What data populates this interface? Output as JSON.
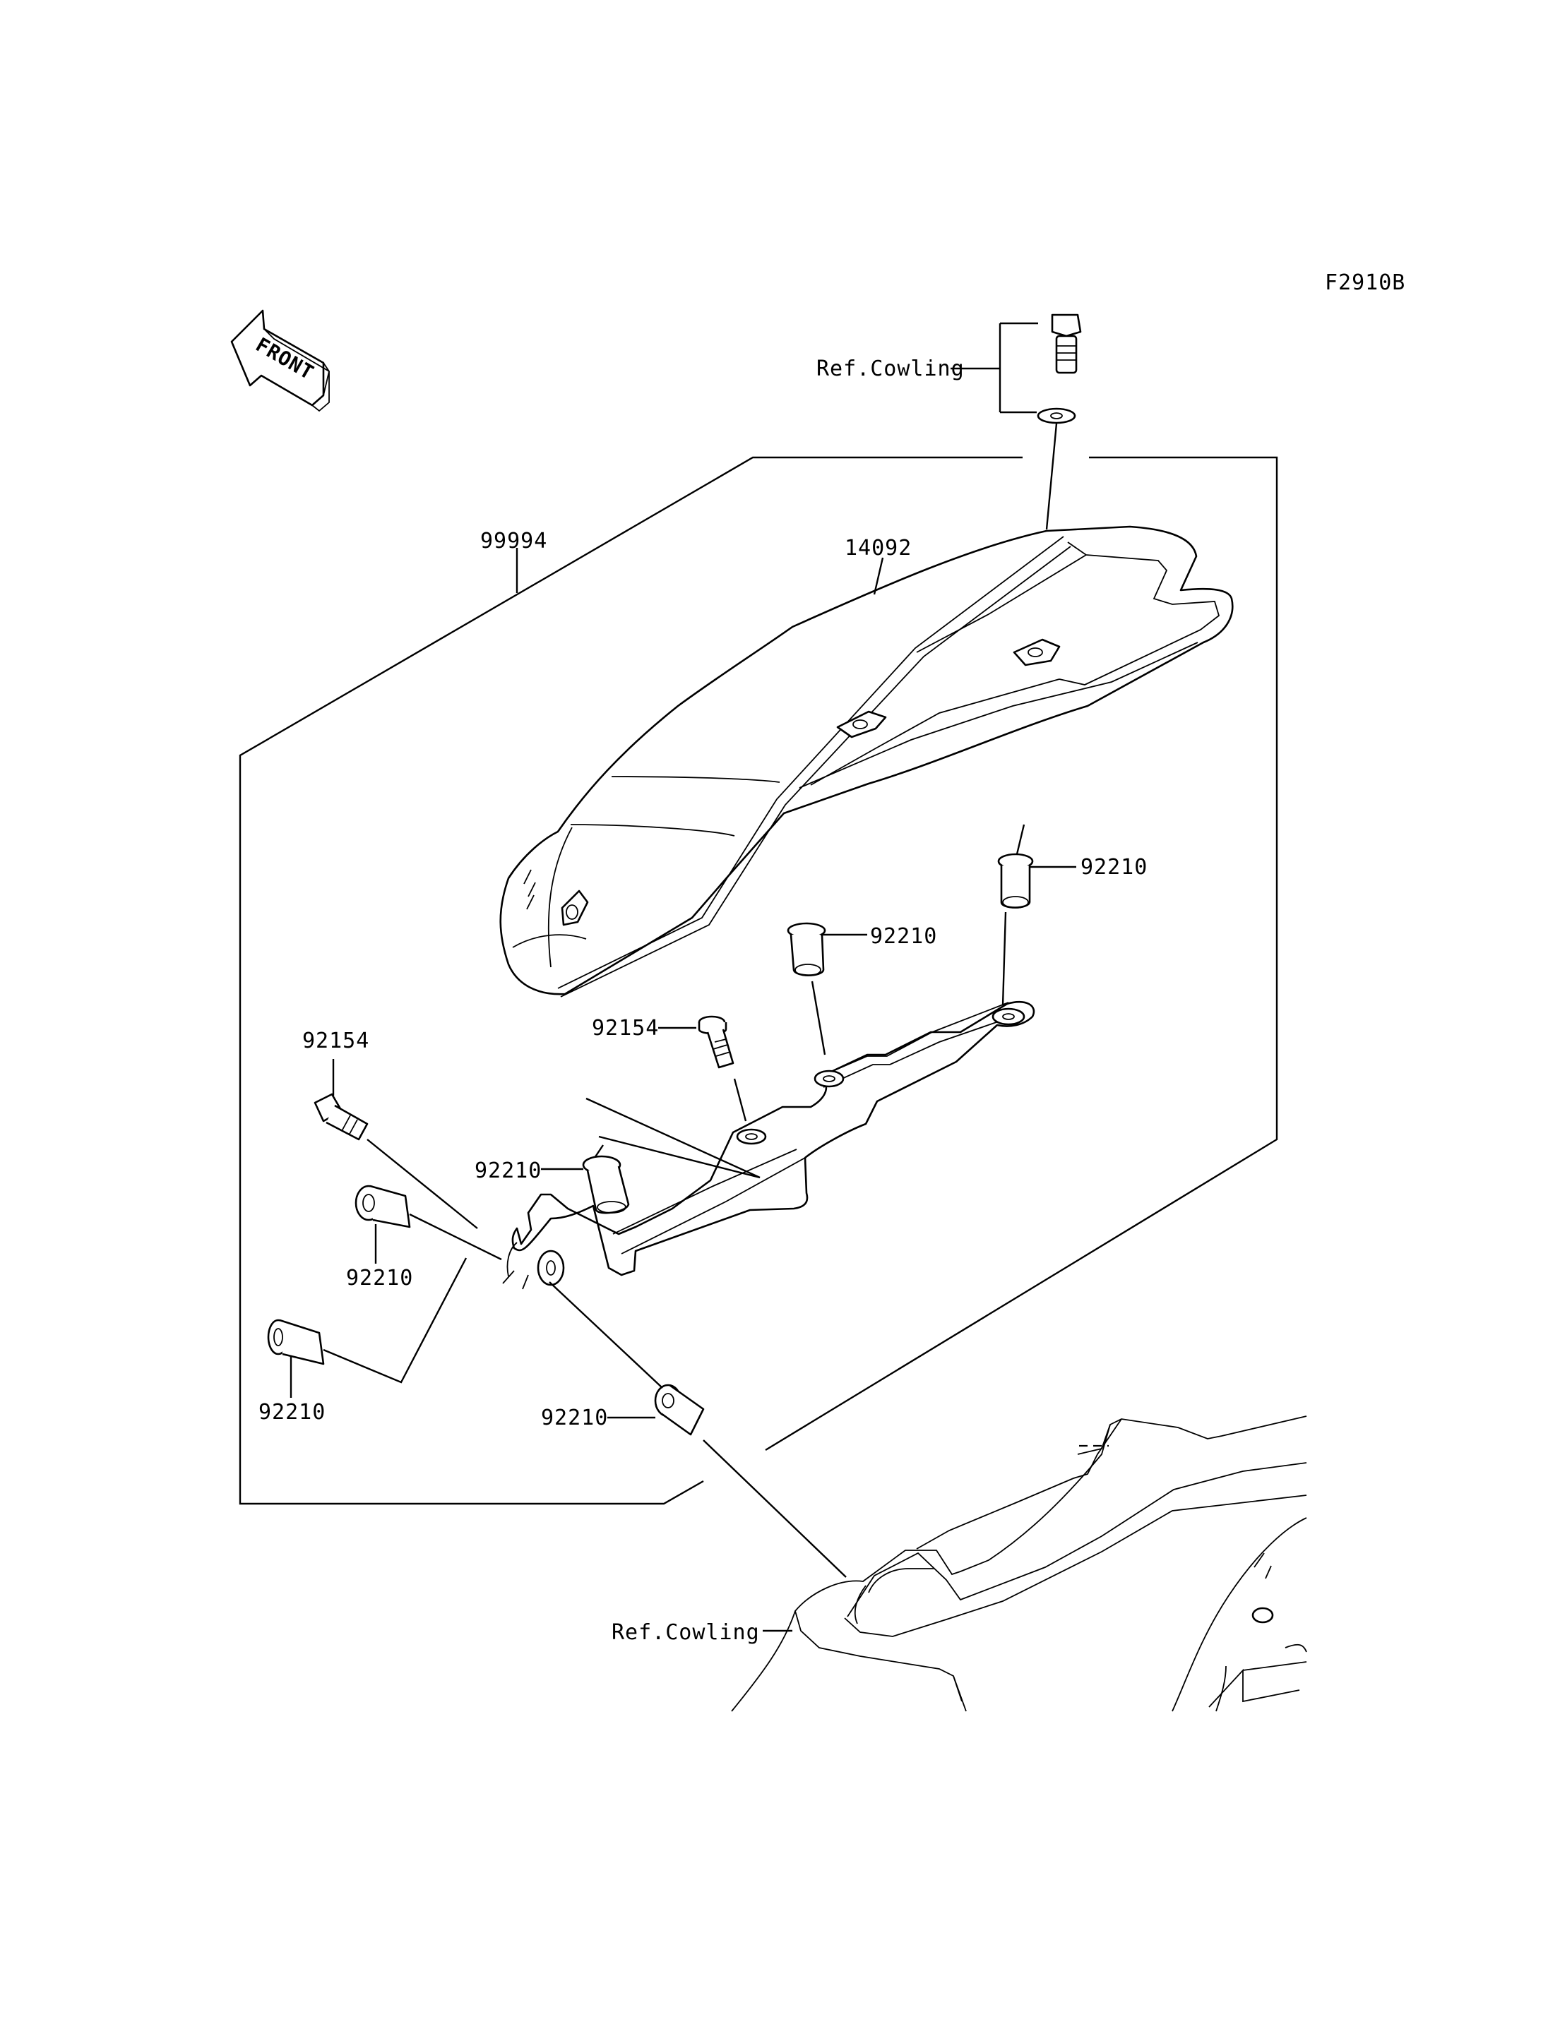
{
  "diagram_code": "F2910B",
  "front_label": "FRONT",
  "ref_cowling_top": "Ref.Cowling",
  "ref_cowling_bottom": "Ref.Cowling",
  "part_numbers": {
    "kit": "99994",
    "cover": "14092",
    "grommet_upper_right": "92210",
    "grommet_upper_mid": "92210",
    "bolt_mid": "92154",
    "bolt_left": "92154",
    "grommet_left_mid": "92210",
    "grommet_left_a": "92210",
    "grommet_left_b": "92210",
    "grommet_bottom": "92210"
  }
}
